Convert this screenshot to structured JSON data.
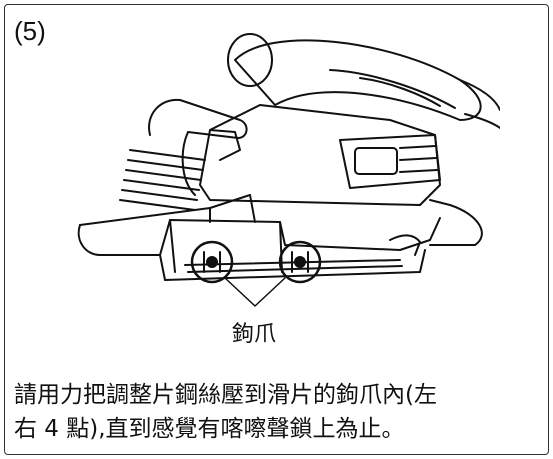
{
  "step_label": "(5)",
  "callout_label": "鉤爪",
  "instructions": {
    "line1": "請用力把調整片鋼絲壓到滑片的鉤爪內(左",
    "line2": "右 4 點),直到感覺有喀嚓聲鎖上為止。"
  }
}
